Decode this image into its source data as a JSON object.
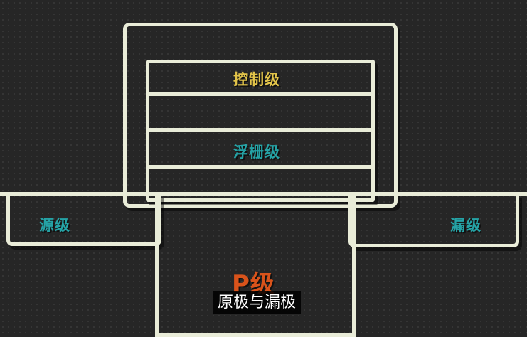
{
  "labels": {
    "control": "控制级",
    "floating_grid": "浮栅级",
    "source": "源级",
    "drain": "漏级",
    "p_level": "P级"
  },
  "subtitle": "原极与漏极",
  "colors": {
    "background": "#262626",
    "outline": "#e9ecd8",
    "control": "#e3c54a",
    "floating_grid": "#25a3a6",
    "source": "#25a3a6",
    "drain": "#25a3a6",
    "p_level": "#d9531b"
  }
}
